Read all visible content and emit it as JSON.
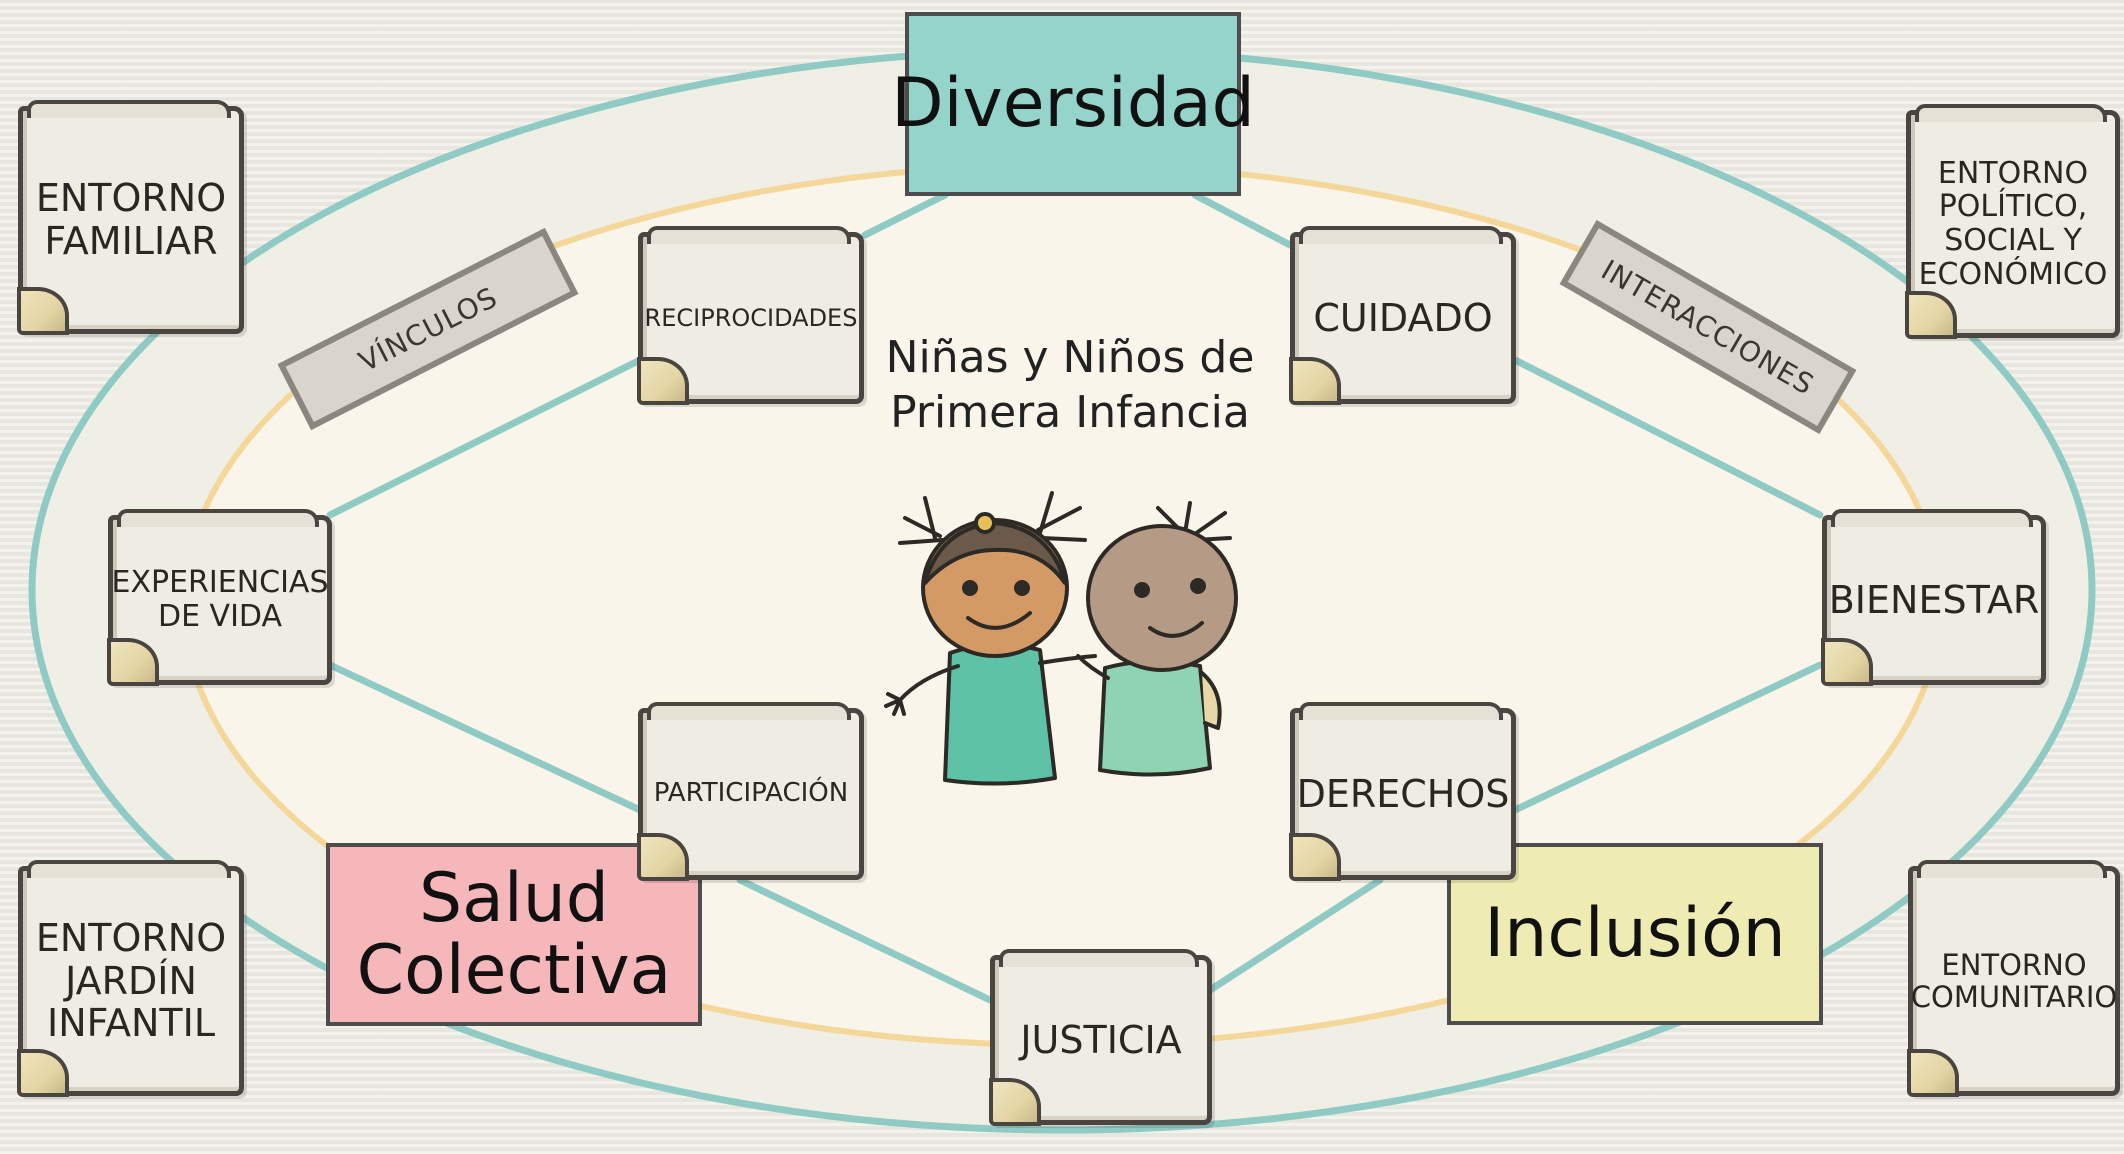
{
  "center_title": "Niñas y Niños de\nPrimera Infancia",
  "boxes": {
    "diversidad": "Diversidad",
    "salud": "Salud\nColectiva",
    "inclusion": "Inclusión"
  },
  "notes": {
    "entorno_familiar": "ENTORNO\nFAMILIAR",
    "entorno_politico": "ENTORNO\nPOLÍTICO,\nSOCIAL Y\nECONÓMICO",
    "entorno_jardin": "ENTORNO\nJARDÍN\nINFANTIL",
    "entorno_comunitario": "ENTORNO\nCOMUNITARIO",
    "reciprocidades": "RECIPROCIDADES",
    "cuidado": "CUIDADO",
    "experiencias": "EXPERIENCIAS\nDE VIDA",
    "bienestar": "BIENESTAR",
    "participacion": "PARTICIPACIÓN",
    "derechos": "DERECHOS",
    "justicia": "JUSTICIA"
  },
  "banners": {
    "vinculos": "VÍNCULOS",
    "interacciones": "INTERACCIONES"
  },
  "colors": {
    "outer_ellipse": "#8fcac4",
    "inner_ellipse": "#f5d79a",
    "inner_fill": "#f9f5ea",
    "diversidad": "#94d4cb",
    "salud": "#f6b7bb",
    "inclusion": "#eeecb3",
    "children_shirt_1": "#5ec2a7",
    "children_shirt_2": "#8fd4b2"
  }
}
